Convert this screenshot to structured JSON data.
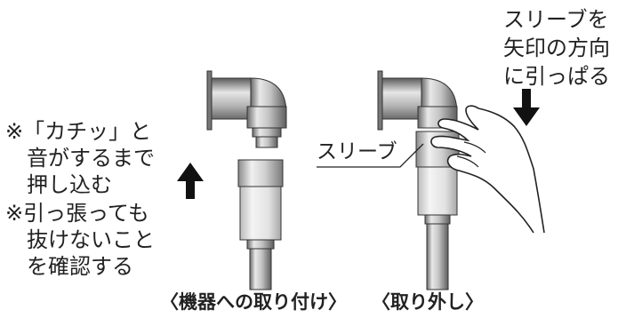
{
  "notes": {
    "attach_line1": "※「カチッ」と",
    "attach_line2": "音がするまで",
    "attach_line3": "押し込む",
    "check_line1": "※引っ張っても",
    "check_line2": "抜けないこと",
    "check_line3": "を確認する"
  },
  "instruction": {
    "line1": "スリーブを",
    "line2": "矢印の方向",
    "line3": "に引っぱる"
  },
  "sleeve_label": "スリーブ",
  "captions": {
    "attach": "〈機器への取り付け〉",
    "remove": "〈取り外し〉"
  },
  "icons": {
    "push_arrow": "up-arrow-icon",
    "pull_arrow": "down-arrow-icon"
  },
  "colors": {
    "ink": "#222222",
    "metal_light": "#e4e4e4",
    "metal_mid": "#b8b8b8",
    "metal_dark": "#6a6a6a"
  }
}
